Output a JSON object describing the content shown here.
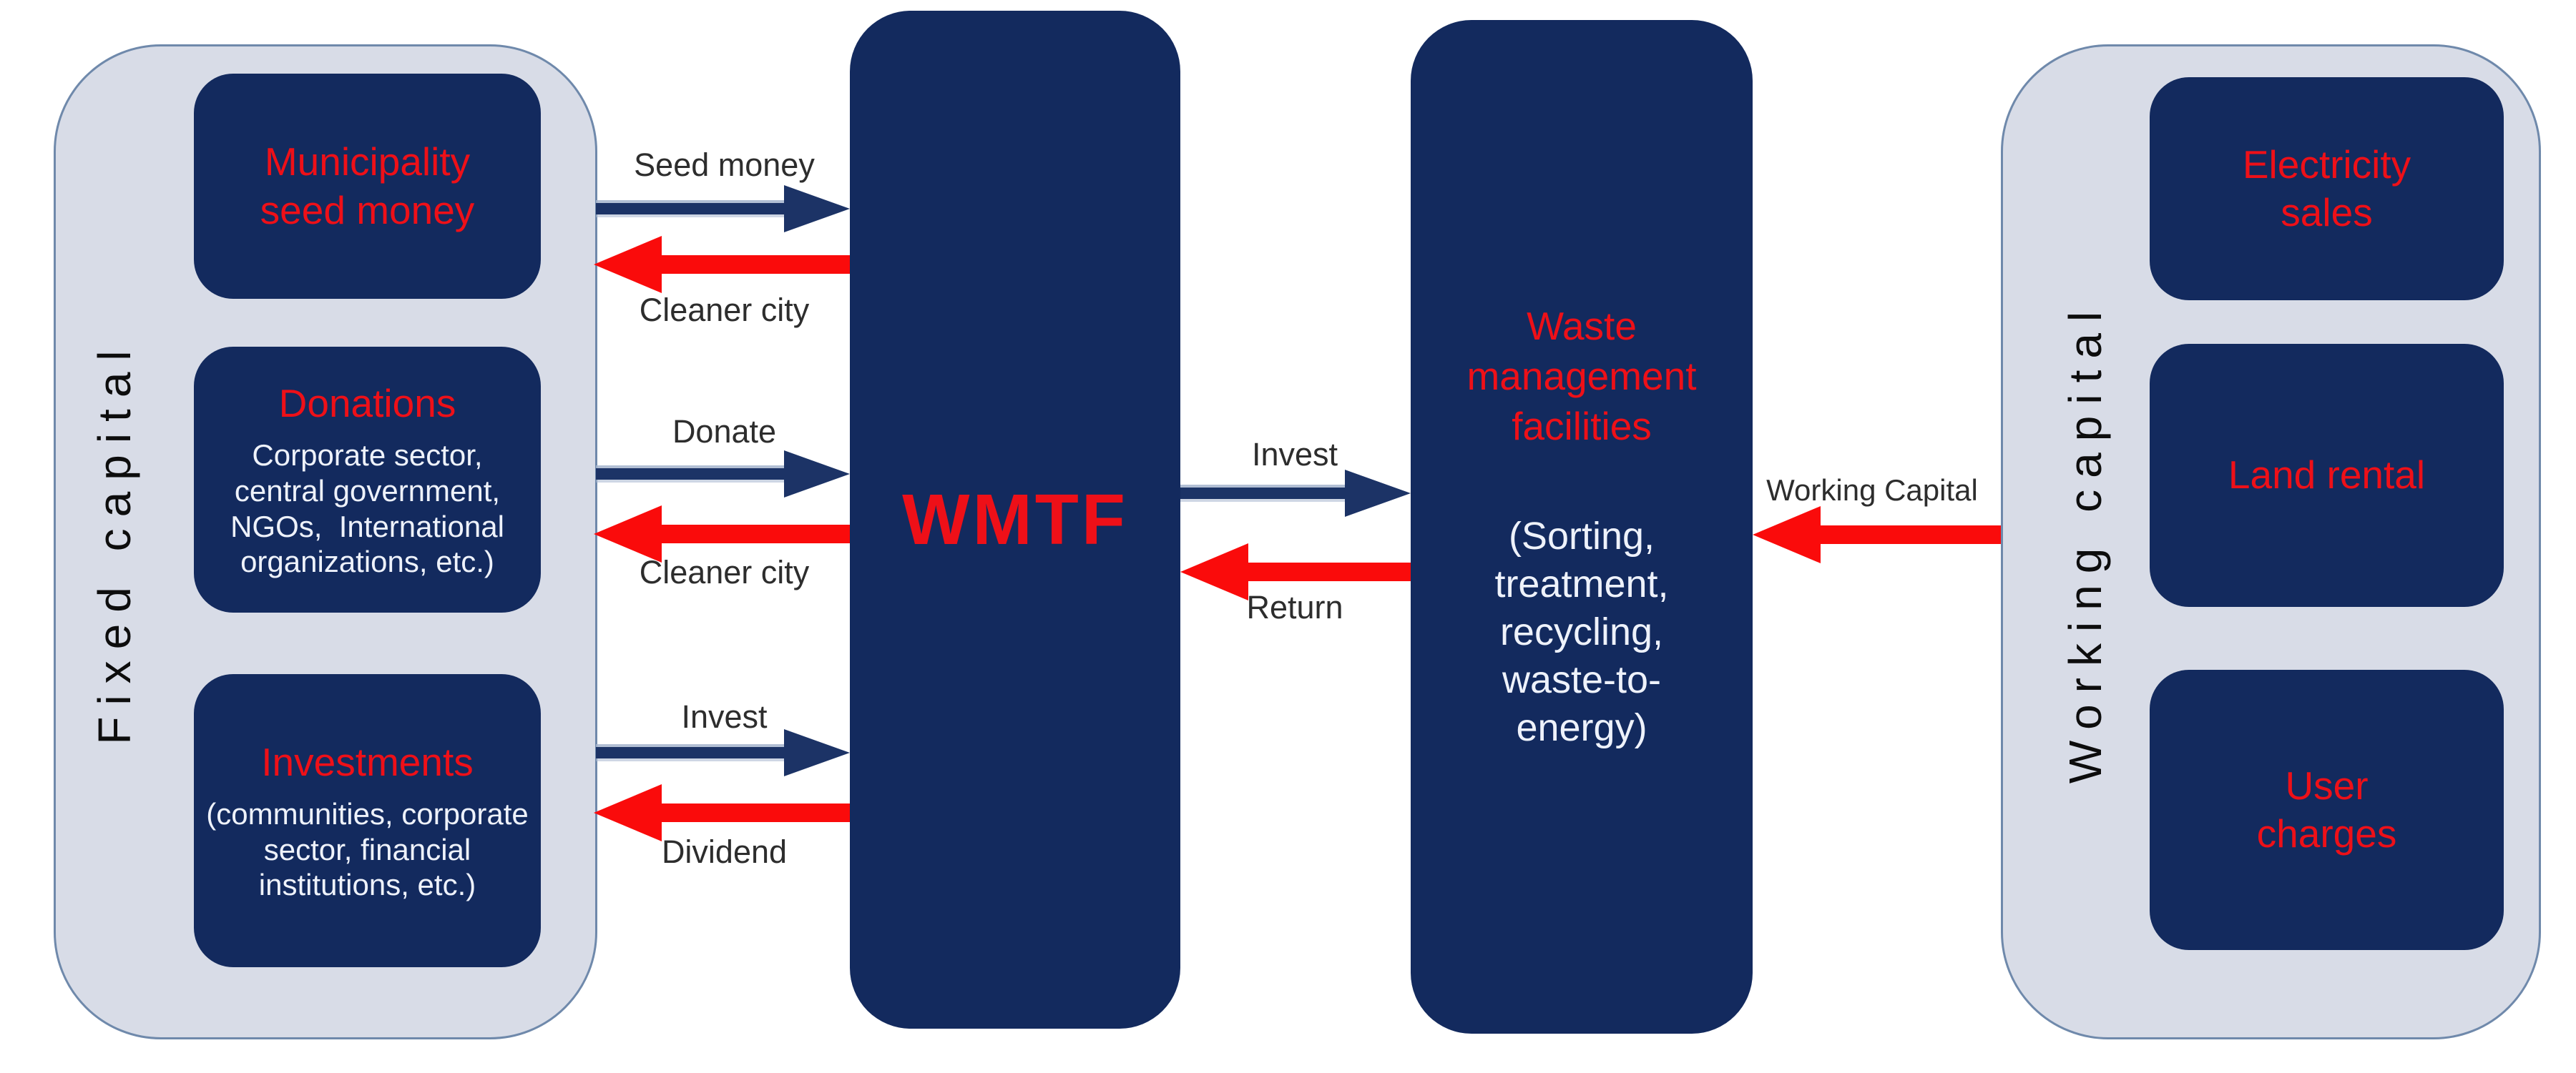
{
  "colors": {
    "navy": "#132a5e",
    "red_text": "#ee1018",
    "arrow_red": "#fa0b0b",
    "arrow_navy": "#1c3366",
    "panel_fill": "#d8dce7",
    "panel_border": "#6f89ab"
  },
  "left_panel": {
    "label": "Fixed  capital",
    "boxes": [
      {
        "title": "Municipality seed money",
        "subtitle": ""
      },
      {
        "title": "Donations",
        "subtitle": "Corporate sector, central government, NGOs,  International organizations, etc.)"
      },
      {
        "title": "Investments",
        "subtitle": "(communities, corporate sector, financial institutions, etc.)"
      }
    ]
  },
  "wmtf": {
    "title": "WMTF"
  },
  "facilities": {
    "title": "Waste management facilities",
    "subtitle": "(Sorting, treatment, recycling, waste-to-energy)"
  },
  "right_panel": {
    "label": "Working  capital",
    "boxes": [
      {
        "title": "Electricity sales"
      },
      {
        "title": "Land rental"
      },
      {
        "title": "User charges"
      }
    ]
  },
  "flows": {
    "seed_money": "Seed money",
    "cleaner_city_top": "Cleaner city",
    "donate": "Donate",
    "cleaner_city_bottom": "Cleaner city",
    "invest_fixed": "Invest",
    "dividend": "Dividend",
    "invest_wmtf": "Invest",
    "return_label": "Return",
    "working_capital": "Working Capital"
  }
}
